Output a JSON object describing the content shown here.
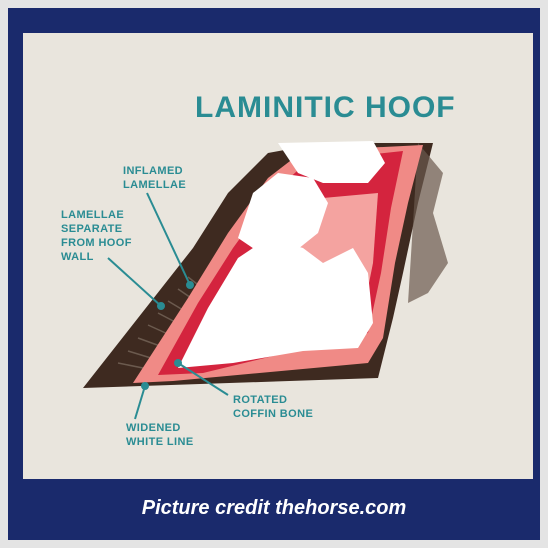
{
  "diagram": {
    "title": "LAMINITIC HOOF",
    "labels": {
      "inflamed_lamellae": [
        "INFLAMED",
        "LAMELLAE"
      ],
      "lamellae_separate": [
        "LAMELLAE",
        "SEPARATE",
        "FROM HOOF",
        "WALL"
      ],
      "rotated_coffin_bone": [
        "ROTATED",
        "COFFIN BONE"
      ],
      "widened_white_line": [
        "WIDENED",
        "WHITE LINE"
      ]
    }
  },
  "caption": "Picture credit thehorse.com",
  "colors": {
    "frame": "#1a2a6c",
    "panel": "#e9e5dd",
    "accent_teal": "#2a8c93",
    "hoof_wall": "#3e2a20",
    "lamina_pink": "#f08a86",
    "lamina_red": "#d4243e",
    "bone_white": "#ffffff"
  }
}
